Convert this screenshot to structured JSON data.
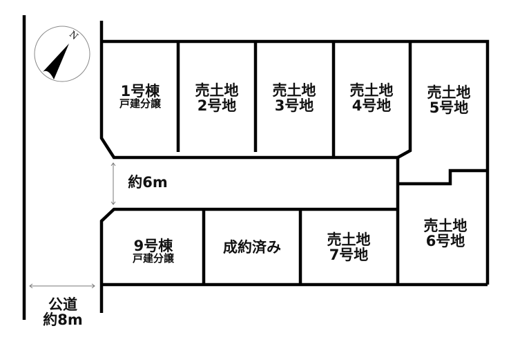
{
  "compass": {
    "label": "N"
  },
  "lots": [
    {
      "id": "lot-1",
      "line1": "1号棟",
      "line2": "戸建分譲"
    },
    {
      "id": "lot-2",
      "line1": "売土地",
      "line2": "2号地"
    },
    {
      "id": "lot-3",
      "line1": "売土地",
      "line2": "3号地"
    },
    {
      "id": "lot-4",
      "line1": "売土地",
      "line2": "4号地"
    },
    {
      "id": "lot-5",
      "line1": "売土地",
      "line2": "5号地"
    },
    {
      "id": "lot-6",
      "line1": "売土地",
      "line2": "6号地"
    },
    {
      "id": "lot-7",
      "line1": "売土地",
      "line2": "7号地"
    },
    {
      "id": "lot-8",
      "line1": "成約済み"
    },
    {
      "id": "lot-9",
      "line1": "9号棟",
      "line2": "戸建分譲"
    }
  ],
  "private_road": {
    "width_label": "約6m"
  },
  "public_road": {
    "name": "公道",
    "width_label": "約8m"
  }
}
